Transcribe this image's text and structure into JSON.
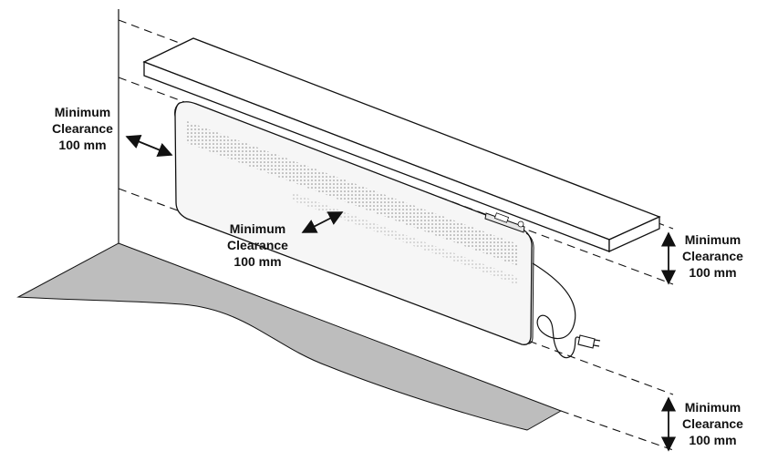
{
  "labels": {
    "left": {
      "line1": "Minimum",
      "line2": "Clearance",
      "line3": "100 mm"
    },
    "front": {
      "line1": "Minimum",
      "line2": "Clearance",
      "line3": "100 mm"
    },
    "top_right": {
      "line1": "Minimum",
      "line2": "Clearance",
      "line3": "100 mm"
    },
    "bottom_right": {
      "line1": "Minimum",
      "line2": "Clearance",
      "line3": "100 mm"
    }
  },
  "colors": {
    "line": "#111111",
    "floor": "#bdbdbd",
    "heater_body": "#f6f6f6",
    "shelf": "#ffffff"
  }
}
